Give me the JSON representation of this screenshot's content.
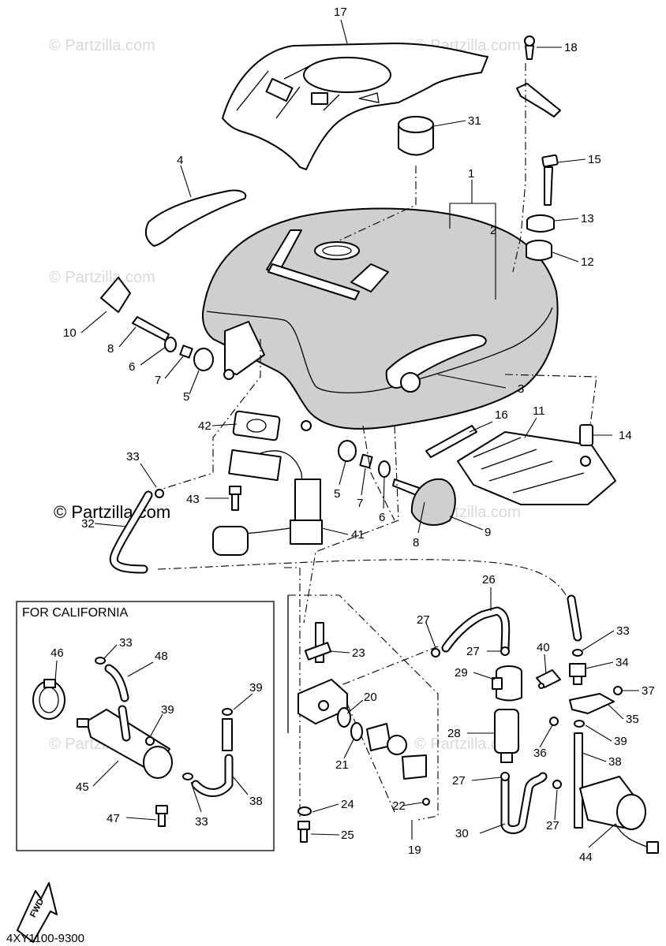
{
  "watermark": "© Partzilla.com",
  "copyright": "© Partzilla.com",
  "california_box_title": "FOR CALIFORNIA",
  "diagram_code": "4XY1100-9300",
  "forward_arrow_label": "FWD",
  "callouts": {
    "c17": "17",
    "c18": "18",
    "c31": "31",
    "c4": "4",
    "c15": "15",
    "c1": "1",
    "c2": "2",
    "c13": "13",
    "c12": "12",
    "c10": "10",
    "c8a": "8",
    "c6a": "6",
    "c7a": "7",
    "c5a": "5",
    "c3": "3",
    "c42": "42",
    "c16": "16",
    "c11": "11",
    "c14": "14",
    "c33a": "33",
    "c43": "43",
    "c5b": "5",
    "c7b": "7",
    "c6b": "6",
    "c9": "9",
    "c8b": "8",
    "c32": "32",
    "c41": "41",
    "c26": "26",
    "c27a": "27",
    "c33b": "33",
    "c23": "23",
    "c27b": "27",
    "c40": "40",
    "c34": "34",
    "c29": "29",
    "c37": "37",
    "c20": "20",
    "c35": "35",
    "c28": "28",
    "c39b": "39",
    "c36": "36",
    "c21": "21",
    "c38b": "38",
    "c27c": "27",
    "c24": "24",
    "c22": "22",
    "c30": "30",
    "c27d": "27",
    "c25": "25",
    "c19": "19",
    "c44": "44",
    "c46": "46",
    "c33c": "33",
    "c48": "48",
    "c39a": "39",
    "c39c": "39",
    "c45": "45",
    "c33d": "33",
    "c38a": "38",
    "c47": "47"
  },
  "colors": {
    "line": "#000000",
    "watermark": "#d9d9d9",
    "tank_shade": "#cfcfcf"
  }
}
